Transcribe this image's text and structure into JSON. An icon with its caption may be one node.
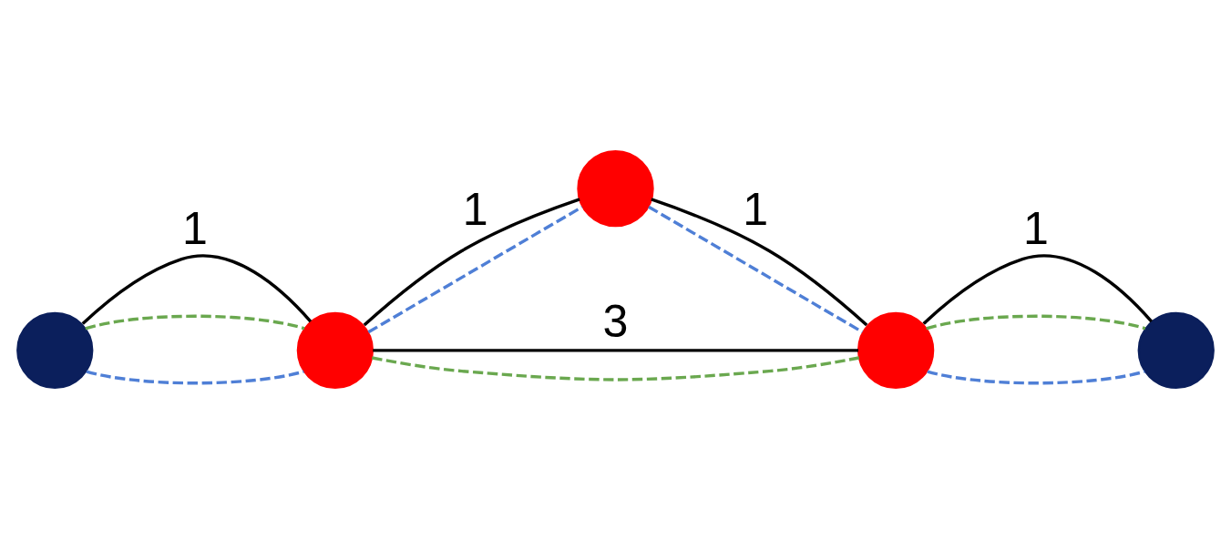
{
  "diagram": {
    "nodes": [
      {
        "text": [],
        "shape": "circle"
      },
      {
        "text": [],
        "shape": "circle"
      },
      {
        "text": [],
        "shape": "circle"
      },
      {
        "text": [],
        "shape": "circle"
      },
      {
        "text": [],
        "shape": "circle"
      }
    ],
    "edges": [
      {
        "from": 0,
        "to": 1,
        "arrow": "none",
        "label": "1"
      },
      {
        "from": 1,
        "to": 2,
        "arrow": "none",
        "label": "1"
      },
      {
        "from": 2,
        "to": 3,
        "arrow": "none",
        "label": "1"
      },
      {
        "from": 3,
        "to": 4,
        "arrow": "none",
        "label": "1"
      },
      {
        "from": 1,
        "to": 3,
        "arrow": "none",
        "label": "3"
      },
      {
        "from": 0,
        "to": 1,
        "arrow": "none",
        "style": "dashed",
        "color": "#4f7fd6"
      },
      {
        "from": 1,
        "to": 2,
        "arrow": "none",
        "style": "dashed",
        "color": "#4f7fd6"
      },
      {
        "from": 2,
        "to": 3,
        "arrow": "none",
        "style": "dashed",
        "color": "#4f7fd6"
      },
      {
        "from": 3,
        "to": 4,
        "arrow": "none",
        "style": "dashed",
        "color": "#4f7fd6"
      },
      {
        "from": 0,
        "to": 1,
        "arrow": "none",
        "style": "dashed",
        "color": "#6aa84f"
      },
      {
        "from": 1,
        "to": 3,
        "arrow": "none",
        "style": "dashed",
        "color": "#6aa84f"
      },
      {
        "from": 3,
        "to": 4,
        "arrow": "none",
        "style": "dashed",
        "color": "#6aa84f"
      }
    ]
  }
}
